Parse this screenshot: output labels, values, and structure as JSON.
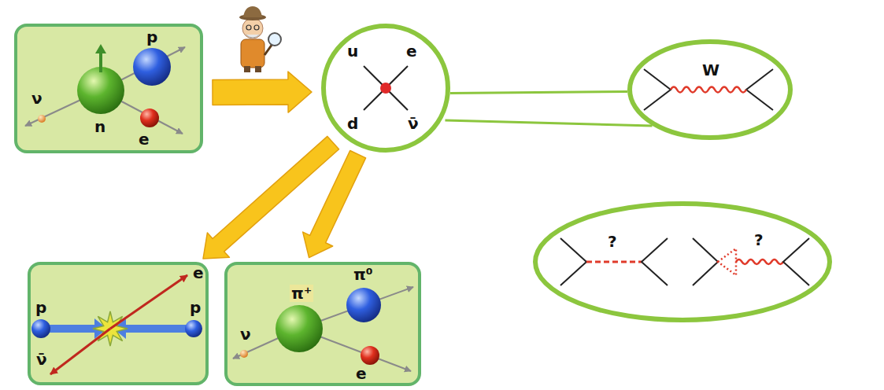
{
  "diagram": {
    "nodes": [
      {
        "text": [
          "p",
          "ν",
          "n",
          "e"
        ]
      },
      {
        "text": [
          "u",
          "e",
          "d",
          "ν̄"
        ]
      },
      {
        "text": [
          "W"
        ]
      },
      {
        "text": [
          "?",
          "?"
        ]
      },
      {
        "text": [
          "e",
          "p",
          "p",
          "ν̄"
        ]
      },
      {
        "text": [
          "π⁺",
          "π⁰",
          "ν",
          "e"
        ]
      }
    ],
    "edges": [
      {
        "from": 0,
        "to": 1,
        "arrow": "to"
      },
      {
        "from": 1,
        "to": 4,
        "arrow": "to"
      },
      {
        "from": 1,
        "to": 5,
        "arrow": "to"
      },
      {
        "from": 1,
        "to": 2,
        "arrow": "none"
      }
    ]
  }
}
